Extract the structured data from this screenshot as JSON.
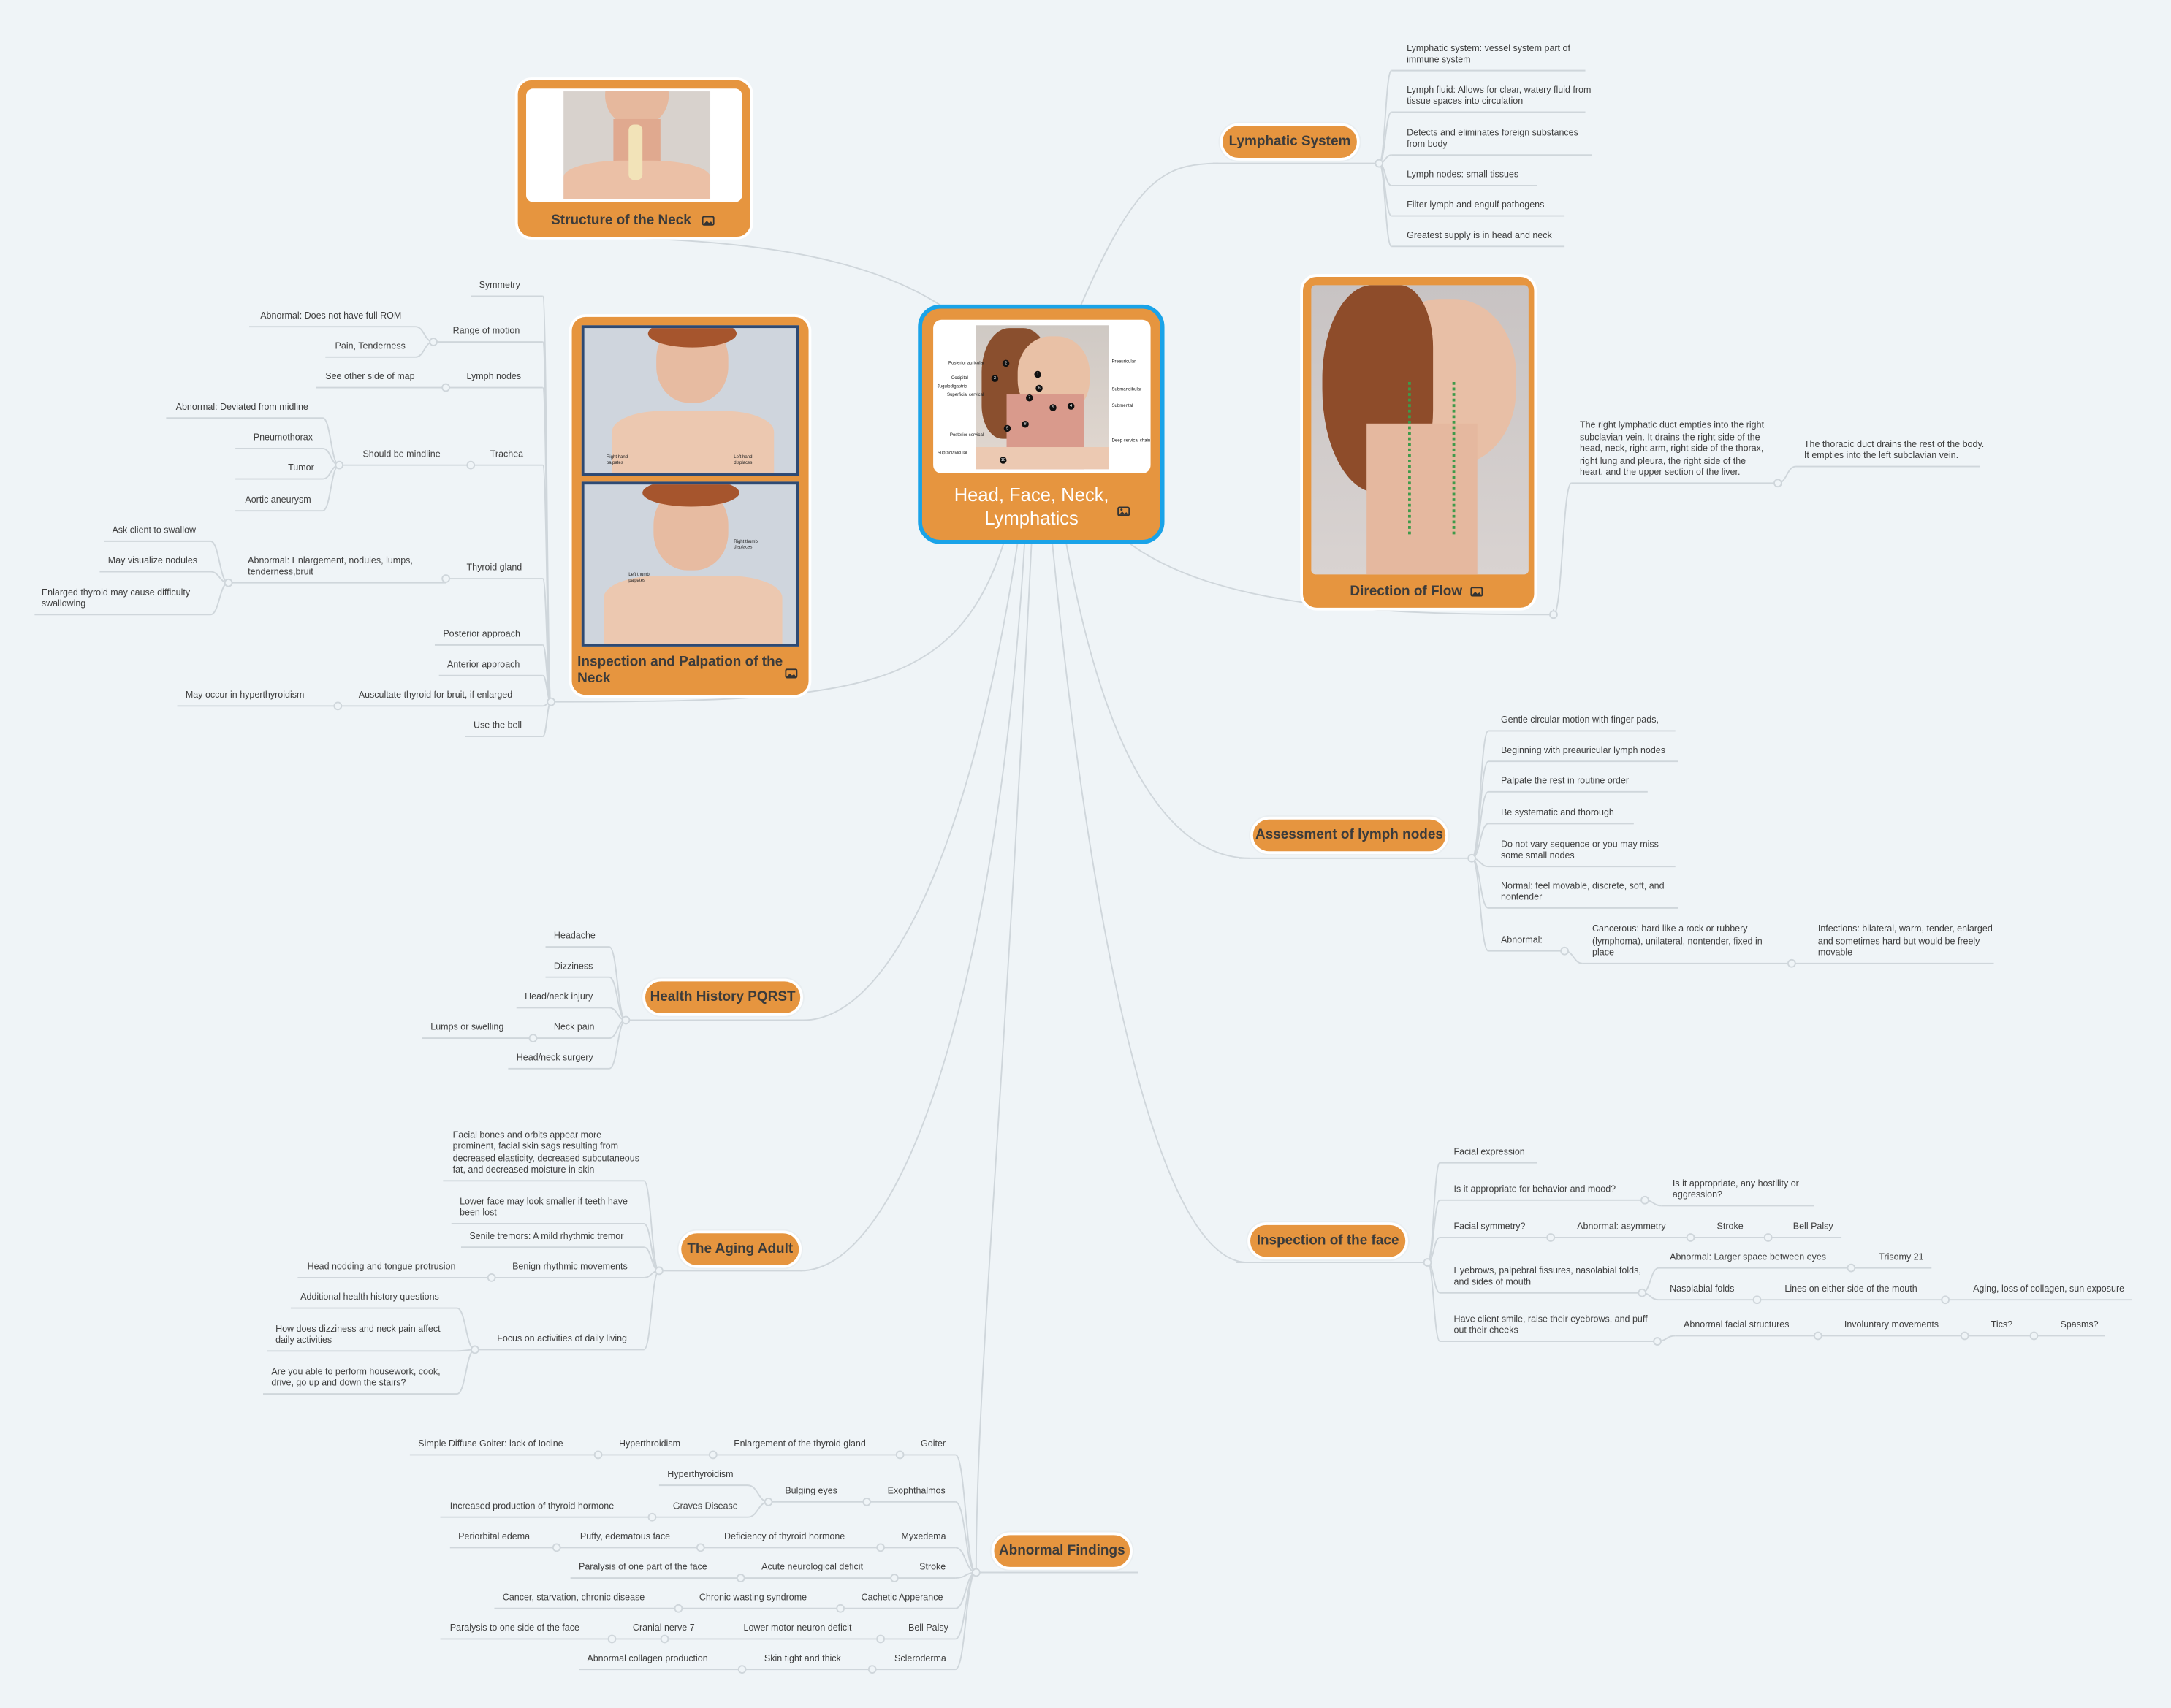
{
  "center": {
    "title": "Head, Face, Neck, Lymphatics",
    "image_labels": [
      "Posterior auricular",
      "Occipital",
      "Jugulodigastric",
      "Superficial cervical",
      "Posterior cervical",
      "Supraclavicular",
      "Preauricular",
      "Submandibular",
      "Submental",
      "Deep cervical chain"
    ],
    "image_numbers": [
      "1",
      "2",
      "3",
      "4",
      "5",
      "6",
      "7",
      "8",
      "9",
      "10"
    ]
  },
  "structure": {
    "title": "Structure of the Neck"
  },
  "flow": {
    "title": "Direction of Flow",
    "right_duct": "The right lymphatic duct empties into the right subclavian vein. It drains the right side of the head, neck, right arm, right side of the thorax, right lung and pleura, the right side of the heart, and the upper section of the liver.",
    "thoracic": "The thoracic duct drains the rest of the body. It empties into the left subclavian vein."
  },
  "neck": {
    "title": "Inspection and Palpation of the Neck",
    "photo_labels": [
      "Right hand palpates",
      "Left hand displaces",
      "Right thumb displaces",
      "Left thumb palpates"
    ],
    "symmetry": "Symmetry",
    "rom": "Range of motion",
    "rom_abn": "Abnormal: Does not have full ROM",
    "rom_pain": "Pain, Tenderness",
    "lymph": "Lymph nodes",
    "lymph_see": "See other side of map",
    "trachea": "Trachea",
    "midline": "Should be mindline",
    "deviated": "Abnormal: Deviated from midline",
    "pneumo": "Pneumothorax",
    "tumor": "Tumor",
    "aortic": "Aortic aneurysm",
    "thyroid": "Thyroid gland",
    "thy_abn": "Abnormal: Enlargement, nodules, lumps, tenderness,bruit",
    "swallow": "Ask client to swallow",
    "visualize": "May visualize nodules",
    "difficulty": "Enlarged thyroid may cause difficulty swallowing",
    "posterior": "Posterior approach",
    "anterior": "Anterior approach",
    "auscultate": "Auscultate thyroid for bruit, if enlarged",
    "hyper": "May occur in hyperthyroidism",
    "bell": "Use the bell"
  },
  "history": {
    "title": "Health History PQRST",
    "headache": "Headache",
    "dizziness": "Dizziness",
    "injury": "Head/neck injury",
    "neckpain": "Neck pain",
    "lumps": "Lumps or swelling",
    "surgery": "Head/neck surgery"
  },
  "aging": {
    "title": "The Aging Adult",
    "facial": "Facial bones and orbits appear more prominent, facial skin sags resulting from decreased elasticity, decreased subcutaneous fat, and decreased moisture in skin",
    "lower": "Lower face may look smaller if teeth have been lost",
    "senile": "Senile tremors: A mild rhythmic tremor",
    "benign": "Benign rhythmic movements",
    "nodding": "Head nodding and tongue protrusion",
    "focus": "Focus on activities of daily living",
    "additional": "Additional health history questions",
    "how": "How does dizziness and neck pain affect daily activities",
    "able": "Are you able to perform housework, cook, drive, go up and down the stairs?"
  },
  "abnormal": {
    "title": "Abnormal Findings",
    "goiter": [
      "Goiter",
      "Enlargement of the thyroid gland",
      "Hyperthroidism",
      "Simple Diffuse Goiter: lack of Iodine"
    ],
    "exoph": [
      "Exophthalmos",
      "Bulging eyes",
      "Hyperthyroidism",
      "Graves Disease",
      "Increased production of thyroid hormone"
    ],
    "myx": [
      "Myxedema",
      "Deficiency of thyroid hormone",
      "Puffy, edematous face",
      "Periorbital edema"
    ],
    "stroke": [
      "Stroke",
      "Acute neurological deficit",
      "Paralysis of one part of the face"
    ],
    "cachetic": [
      "Cachetic Apperance",
      "Chronic wasting syndrome",
      "Cancer, starvation, chronic disease"
    ],
    "bell": [
      "Bell Palsy",
      "Lower motor neuron deficit",
      "Cranial nerve 7",
      "Paralysis to one side of the face"
    ],
    "sclero": [
      "Scleroderma",
      "Skin tight and thick",
      "Abnormal collagen production"
    ]
  },
  "lymphatic": {
    "title": "Lymphatic System",
    "items": [
      "Lymphatic system: vessel system part of immune system",
      "Lymph fluid: Allows for clear, watery fluid from tissue spaces into circulation",
      "Detects and eliminates foreign substances from body",
      "Lymph nodes: small tissues",
      "Filter lymph and engulf pathogens",
      "Greatest supply is in head and neck"
    ]
  },
  "assessment": {
    "title": "Assessment of lymph nodes",
    "items": [
      "Gentle circular motion with finger pads,",
      "Beginning with preauricular lymph nodes",
      "Palpate the rest in routine order",
      "Be systematic and thorough",
      "Do not vary sequence or you may miss some small nodes",
      "Normal: feel movable, discrete, soft, and nontender",
      "Abnormal:"
    ],
    "cancerous": "Cancerous: hard like a rock or rubbery (lymphoma), unilateral, nontender, fixed in place",
    "infections": "Infections: bilateral, warm, tender, enlarged and sometimes hard but would be freely movable"
  },
  "face": {
    "title": "Inspection of the face",
    "expression": "Facial expression",
    "appropriate": "Is it appropriate for behavior and mood?",
    "hostility": "Is it appropriate, any hostility or aggression?",
    "symmetry": "Facial symmetry?",
    "asym": "Abnormal: asymmetry",
    "stroke": "Stroke",
    "bell": "Bell Palsy",
    "eyebrows": "Eyebrows, palpebral fissures, nasolabial folds, and sides of mouth",
    "larger": "Abnormal: Larger space between eyes",
    "trisomy": "Trisomy 21",
    "nasolabial": "Nasolabial folds",
    "lines": "Lines on either side of the mouth",
    "aging": "Aging, loss of collagen, sun exposure",
    "smile": "Have client smile, raise their eyebrows, and puff out their cheeks",
    "abn_struct": "Abnormal facial structures",
    "involuntary": "Involuntary movements",
    "tics": "Tics?",
    "spasms": "Spasms?"
  },
  "colors": {
    "topic": "#e6953f",
    "center_border": "#1aa3e8",
    "line": "#cfd6db",
    "background": "#eff4f7"
  }
}
